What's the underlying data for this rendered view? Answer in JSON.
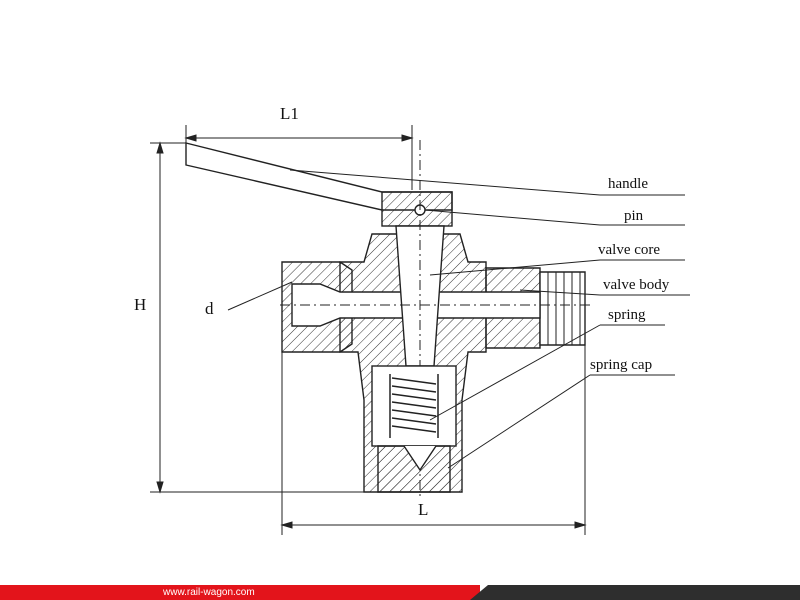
{
  "labels": {
    "handle": "handle",
    "pin": "pin",
    "valve_core": "valve core",
    "valve_body": "valve body",
    "spring": "spring",
    "spring_cap": "spring cap",
    "d": "d"
  },
  "dimensions": {
    "L1": "L1",
    "H": "H",
    "L": "L"
  },
  "footer": {
    "url": "www.rail-wagon.com"
  },
  "colors": {
    "footer_red": "#e3141b",
    "footer_dark": "#2e2e2e",
    "line": "#222222"
  }
}
